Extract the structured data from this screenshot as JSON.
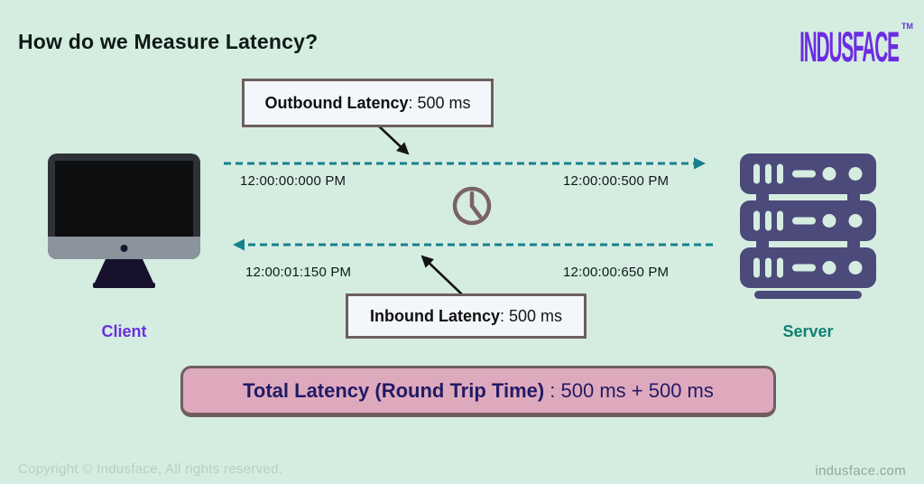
{
  "header": {
    "title": "How do we Measure Latency?",
    "logo_text": "INDUSFACE",
    "trademark": "TM"
  },
  "diagram": {
    "client": {
      "label": "Client"
    },
    "server": {
      "label": "Server"
    },
    "outbound": {
      "term": "Outbound Latency",
      "value": ": 500 ms"
    },
    "inbound": {
      "term": "Inbound Latency",
      "value": ": 500 ms"
    },
    "timestamps": {
      "outbound_start": "12:00:00:000 PM",
      "outbound_end": "12:00:00:500 PM",
      "inbound_end": "12:00:01:150 PM",
      "inbound_start": "12:00:00:650 PM"
    },
    "total": {
      "term": "Total Latency (Round Trip Time)",
      "value": " : 500 ms + 500 ms"
    },
    "icons": {
      "clock": "clock-icon",
      "client": "desktop-computer-icon",
      "server": "server-rack-icon"
    },
    "colors": {
      "background": "#d5ede1",
      "arrow_teal": "#17808d",
      "arrow_black": "#141414",
      "clock_brown": "#7b6363",
      "callout_bg": "#f3f7fb",
      "callout_border": "#6f5e5e",
      "total_pink": "#dfa9bd",
      "total_text_navy": "#211b66",
      "client_purple": "#6a2fe0",
      "server_teal": "#0f8173",
      "logo_purple": "#6c2ce2",
      "server_icon_indigo": "#4b4a7a"
    }
  },
  "footer": {
    "copyright": "Copyright © Indusface, All rights reserved.",
    "website": "indusface.com"
  }
}
